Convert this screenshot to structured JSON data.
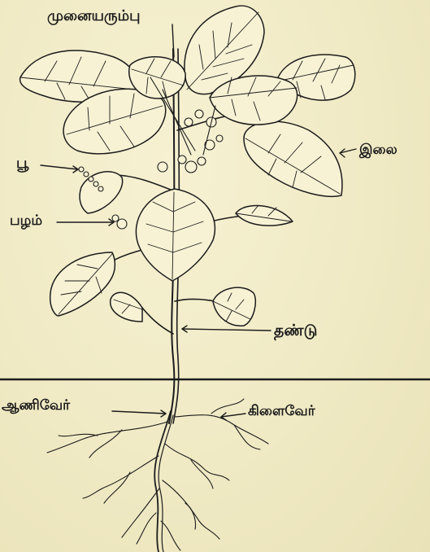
{
  "labels": {
    "apical_bud": "முனையரும்பு",
    "flower": "பூ",
    "fruit": "பழம்",
    "leaf": "இலை",
    "stem": "தண்டு",
    "tap_root": "ஆணிவேர்",
    "lateral_root": "கிளைவேர்"
  }
}
